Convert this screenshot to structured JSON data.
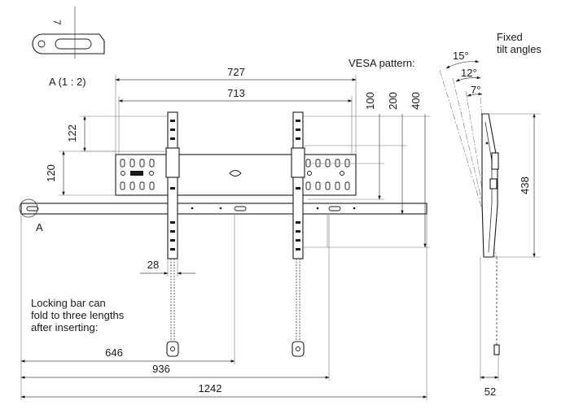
{
  "detail": {
    "label": "A (1 : 2)",
    "dim": "7",
    "marker": "A"
  },
  "labels": {
    "vesa": "VESA pattern:",
    "tilt": [
      "Fixed",
      "tilt angles"
    ],
    "note": [
      "Locking bar can",
      "fold to three lengths",
      "after inserting:"
    ]
  },
  "dims": {
    "w727": "727",
    "w713": "713",
    "v100": "100",
    "v200": "200",
    "v400": "400",
    "h122": "122",
    "h120": "120",
    "w28": "28",
    "w646": "646",
    "w936": "936",
    "w1242": "1242",
    "h438": "438",
    "d52": "52"
  },
  "angles": {
    "a15": "15°",
    "a12": "12°",
    "a7": "7°"
  }
}
